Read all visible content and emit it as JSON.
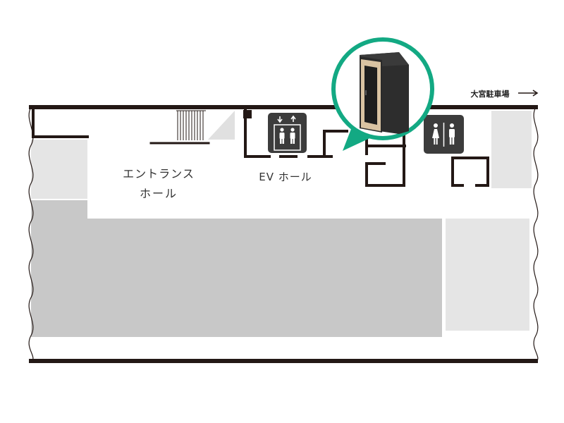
{
  "map": {
    "labels": {
      "entrance_line1": "エントランス",
      "entrance_line2": "ホール",
      "ev_hall": "EV ホール",
      "parking": "大宮駐車場"
    },
    "icons": {
      "elevator": "elevator-icon",
      "restroom": "restroom-icon",
      "arrow": "arrow-right-icon",
      "booth": "phone-booth-icon"
    },
    "colors": {
      "wall": "#231815",
      "floor": "#ffffff",
      "gray_dark": "#c8c8c8",
      "gray_light": "#e5e5e5",
      "accent": "#13a983",
      "icon_bg": "#3c3c3c",
      "booth_body": "#2d2d2d",
      "booth_frame": "#d9c3a2"
    }
  }
}
